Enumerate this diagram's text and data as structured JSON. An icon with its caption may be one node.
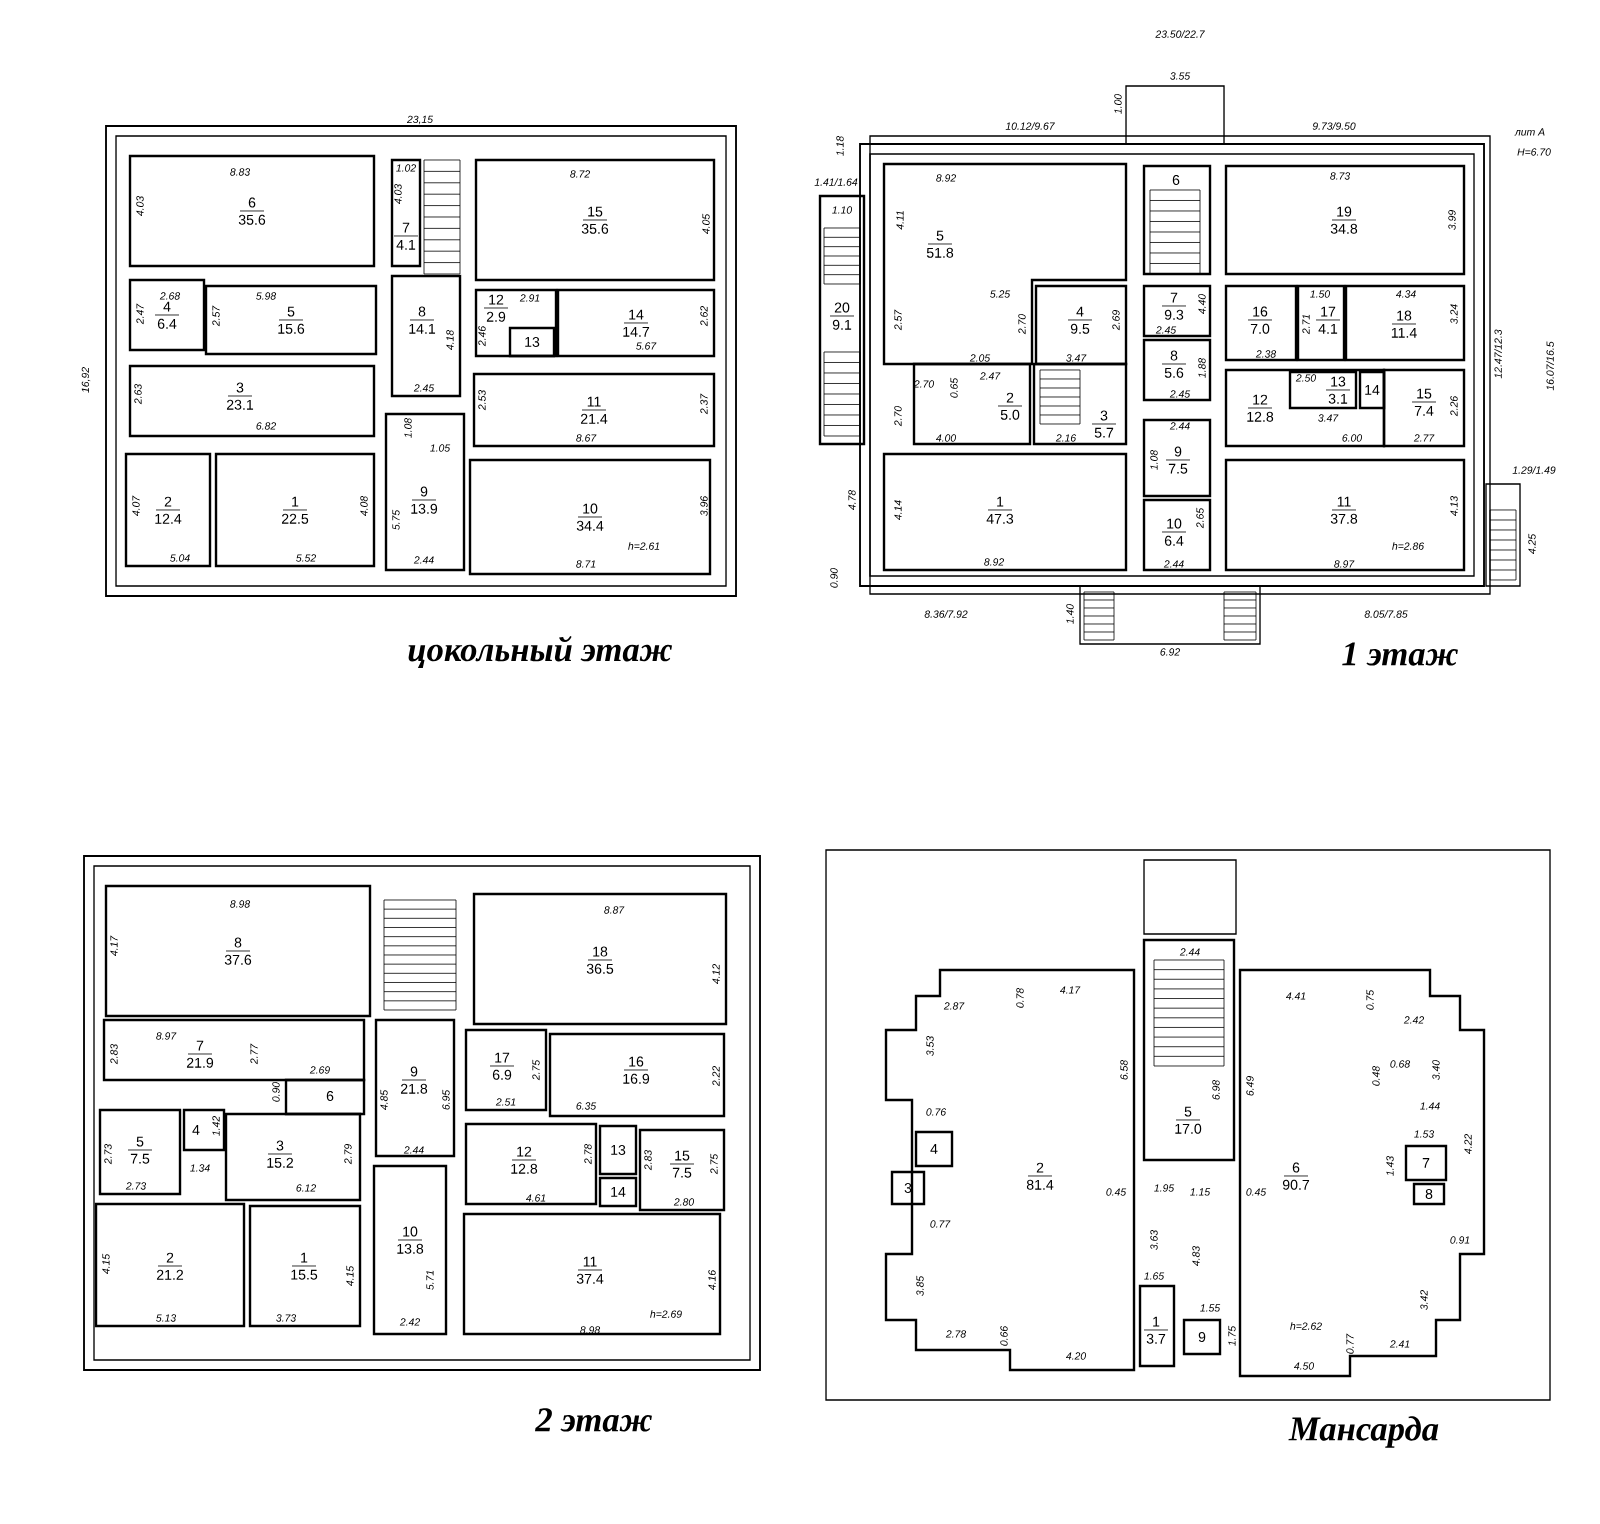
{
  "diagram": {
    "nodes": [
      {
        "text": [],
        "shape": "box",
        "beside": [
          "цокольный этаж"
        ]
      },
      {
        "text": [
          "1",
          "22.5"
        ],
        "in": 0
      },
      {
        "text": [
          "2",
          "12.4"
        ],
        "in": 0
      },
      {
        "text": [
          "3",
          "23.1"
        ],
        "in": 0
      },
      {
        "text": [
          "4",
          "6.4"
        ],
        "in": 0
      },
      {
        "text": [
          "5",
          "15.6"
        ],
        "in": 0
      },
      {
        "text": [
          "6",
          "35.6"
        ],
        "in": 0
      },
      {
        "text": [
          "7",
          "4.1"
        ],
        "in": 0
      },
      {
        "text": [
          "8",
          "14.1"
        ],
        "in": 0
      },
      {
        "text": [
          "9",
          "13.9"
        ],
        "in": 0
      },
      {
        "text": [
          "10",
          "34.4"
        ],
        "in": 0
      },
      {
        "text": [
          "11",
          "21.4"
        ],
        "in": 0
      },
      {
        "text": [
          "12",
          "2.9"
        ],
        "in": 0
      },
      {
        "text": [
          "13"
        ],
        "in": 12
      },
      {
        "text": [
          "14",
          "14.7"
        ],
        "in": 0
      },
      {
        "text": [
          "15",
          "35.6"
        ],
        "in": 0
      },
      {
        "text": [],
        "shape": "box",
        "beside": [
          "1 этаж"
        ]
      },
      {
        "text": [
          "1",
          "47.3"
        ],
        "in": 16
      },
      {
        "text": [
          "2",
          "5.0"
        ],
        "in": 16
      },
      {
        "text": [
          "3",
          "5.7"
        ],
        "in": 16
      },
      {
        "text": [
          "4",
          "9.5"
        ],
        "in": 16
      },
      {
        "text": [
          "5",
          "51.8"
        ],
        "in": 16
      },
      {
        "text": [
          "6"
        ],
        "in": 16
      },
      {
        "text": [
          "7",
          "9.3"
        ],
        "in": 16
      },
      {
        "text": [
          "8",
          "5.6"
        ],
        "in": 16
      },
      {
        "text": [
          "9",
          "7.5"
        ],
        "in": 16
      },
      {
        "text": [
          "10",
          "6.4"
        ],
        "in": 16
      },
      {
        "text": [
          "11",
          "37.8"
        ],
        "in": 16
      },
      {
        "text": [
          "12",
          "12.8"
        ],
        "in": 16
      },
      {
        "text": [
          "13",
          "3.1"
        ],
        "in": 28
      },
      {
        "text": [
          "14"
        ],
        "in": 28
      },
      {
        "text": [
          "15",
          "7.4"
        ],
        "in": 16
      },
      {
        "text": [
          "16",
          "7.0"
        ],
        "in": 16
      },
      {
        "text": [
          "17",
          "4.1"
        ],
        "in": 16
      },
      {
        "text": [
          "18",
          "11.4"
        ],
        "in": 16
      },
      {
        "text": [
          "19",
          "34.8"
        ],
        "in": 16
      },
      {
        "text": [
          "20",
          "9.1"
        ]
      },
      {
        "text": [],
        "shape": "box",
        "beside": [
          "2 этаж"
        ]
      },
      {
        "text": [
          "1",
          "15.5"
        ],
        "in": 37
      },
      {
        "text": [
          "2",
          "21.2"
        ],
        "in": 37
      },
      {
        "text": [
          "3",
          "15.2"
        ],
        "in": 37
      },
      {
        "text": [
          "4"
        ],
        "in": 37
      },
      {
        "text": [
          "5",
          "7.5"
        ],
        "in": 37
      },
      {
        "text": [
          "6"
        ],
        "in": 37
      },
      {
        "text": [
          "7",
          "21.9"
        ],
        "in": 37
      },
      {
        "text": [
          "8",
          "37.6"
        ],
        "in": 37
      },
      {
        "text": [
          "9",
          "21.8"
        ],
        "in": 37
      },
      {
        "text": [
          "10",
          "13.8"
        ],
        "in": 37
      },
      {
        "text": [
          "11",
          "37.4"
        ],
        "in": 37
      },
      {
        "text": [
          "12",
          "12.8"
        ],
        "in": 37
      },
      {
        "text": [
          "13"
        ],
        "in": 37
      },
      {
        "text": [
          "14"
        ],
        "in": 37
      },
      {
        "text": [
          "15",
          "7.5"
        ],
        "in": 37
      },
      {
        "text": [
          "16",
          "16.9"
        ],
        "in": 37
      },
      {
        "text": [
          "17",
          "6.9"
        ],
        "in": 37
      },
      {
        "text": [
          "18",
          "36.5"
        ],
        "in": 37
      },
      {
        "text": [],
        "shape": "box",
        "beside": [
          "Мансарда"
        ]
      },
      {
        "text": [
          "1",
          "3.7"
        ],
        "in": 56
      },
      {
        "text": [
          "2",
          "81.4"
        ],
        "in": 56
      },
      {
        "text": [
          "3"
        ],
        "in": 58
      },
      {
        "text": [
          "4"
        ],
        "in": 58
      },
      {
        "text": [
          "5",
          "17.0"
        ],
        "in": 56
      },
      {
        "text": [
          "6",
          "90.7"
        ],
        "in": 56
      },
      {
        "text": [
          "7"
        ],
        "in": 62
      },
      {
        "text": [
          "8"
        ],
        "in": 62
      },
      {
        "text": [
          "9"
        ],
        "in": 56
      }
    ],
    "labels": [
      "23,15",
      "16,92",
      "8.83",
      "4.03",
      "1.02",
      "4.03",
      "8.72",
      "4.05",
      "2.47",
      "2.68",
      "5.98",
      "2.57",
      "4.18",
      "2.46",
      "2.91",
      "2.62",
      "5.67",
      "2.63",
      "6.82",
      "2.45",
      "2.53",
      "2.37",
      "8.67",
      "1.08",
      "1.05",
      "4.07",
      "4.08",
      "5.75",
      "3.96",
      "h=2.61",
      "5.04",
      "5.52",
      "2.44",
      "8.71",
      "23.50/22.7",
      "3.55",
      "1.00",
      "10.12/9.67",
      "9.73/9.50",
      "лит А",
      "H=6.70",
      "1.18",
      "1.41/1.64",
      "1.10",
      "8.92",
      "4.11",
      "8.73",
      "3.99",
      "2.57",
      "5.25",
      "2.70",
      "2.69",
      "2.45",
      "4.40",
      "2.71",
      "1.50",
      "4.34",
      "3.24",
      "2.05",
      "3.47",
      "2.38",
      "1.88",
      "2.45",
      "2.70",
      "2.70",
      "0.65",
      "2.47",
      "4.00",
      "2.16",
      "2.44",
      "1.08",
      "2.50",
      "3.47",
      "6.00",
      "2.77",
      "2.26",
      "12.47/12.3",
      "16.07/16.5",
      "1.29/1.49",
      "4.25",
      "4.78",
      "4.14",
      "8.92",
      "2.44",
      "2.65",
      "8.97",
      "4.13",
      "h=2.86",
      "0.90",
      "8.36/7.92",
      "1.40",
      "6.92",
      "8.05/7.85",
      "8.98",
      "4.17",
      "8.87",
      "4.12",
      "8.97",
      "2.83",
      "2.77",
      "0.90",
      "2.69",
      "4.85",
      "6.95",
      "2.44",
      "2.75",
      "2.22",
      "2.51",
      "6.35",
      "2.73",
      "2.73",
      "1.42",
      "1.34",
      "2.79",
      "6.12",
      "2.78",
      "2.83",
      "2.75",
      "4.61",
      "2.80",
      "4.15",
      "5.13",
      "4.15",
      "3.73",
      "5.71",
      "2.42",
      "4.16",
      "8.98",
      "h=2.69",
      "2.44",
      "2.87",
      "0.78",
      "4.17",
      "3.53",
      "6.58",
      "6.98",
      "6.49",
      "4.41",
      "0.75",
      "2.42",
      "0.48",
      "0.68",
      "3.40",
      "1.44",
      "1.53",
      "1.43",
      "4.22",
      "0.76",
      "0.77",
      "0.45",
      "1.95",
      "1.15",
      "0.45",
      "3.63",
      "4.83",
      "0.91",
      "3.85",
      "1.65",
      "1.55",
      "1.75",
      "h=2.62",
      "3.42",
      "2.78",
      "0.66",
      "4.20",
      "0.77",
      "2.41",
      "4.50"
    ]
  }
}
